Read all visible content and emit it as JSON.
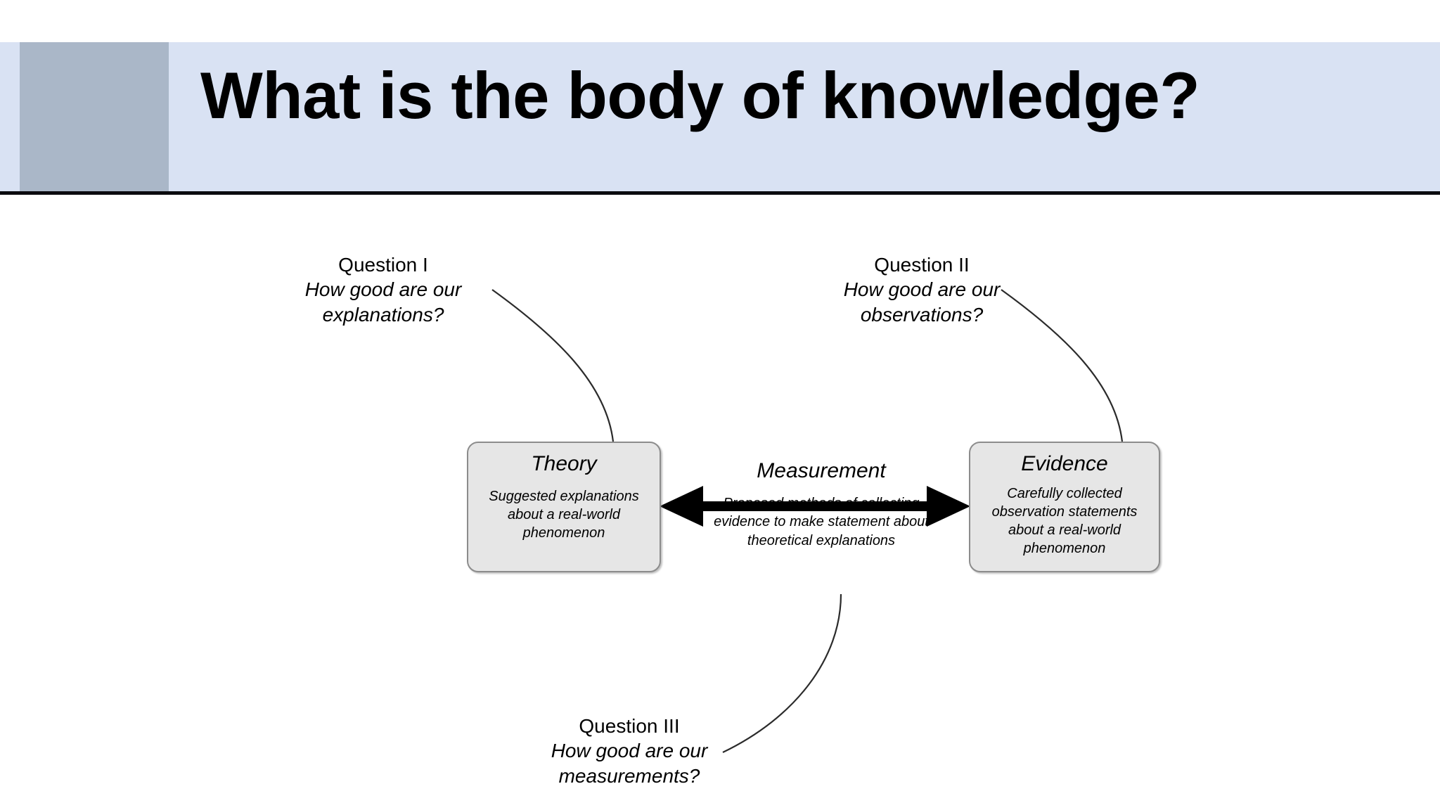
{
  "slide": {
    "title": "What is the body of knowledge?",
    "colors": {
      "header_band": "#d9e2f3",
      "header_accent": "#aab7c8",
      "header_rule": "#0b0b0f",
      "box_fill": "#e6e6e6",
      "box_border": "#8c8c8c",
      "arrow": "#000000",
      "connector_line": "#333333",
      "background": "#ffffff"
    }
  },
  "diagram": {
    "boxes": [
      {
        "id": "theory",
        "title": "Theory",
        "body": "Suggested explanations about a real-world phenomenon"
      },
      {
        "id": "evidence",
        "title": "Evidence",
        "body": "Carefully collected observation statements about a real-world phenomenon"
      }
    ],
    "connector": {
      "title": "Measurement",
      "body": "Proposed methods of collecting evidence to make statement about theoretical explanations",
      "arrow_type": "double-headed-horizontal"
    },
    "questions": [
      {
        "id": "question-1",
        "label": "Question I",
        "text": "How good are our explanations?",
        "points_to": "theory"
      },
      {
        "id": "question-2",
        "label": "Question II",
        "text": "How good are our observations?",
        "points_to": "evidence"
      },
      {
        "id": "question-3",
        "label": "Question III",
        "text": "How good are our measurements?",
        "points_to": "measurement"
      }
    ]
  }
}
